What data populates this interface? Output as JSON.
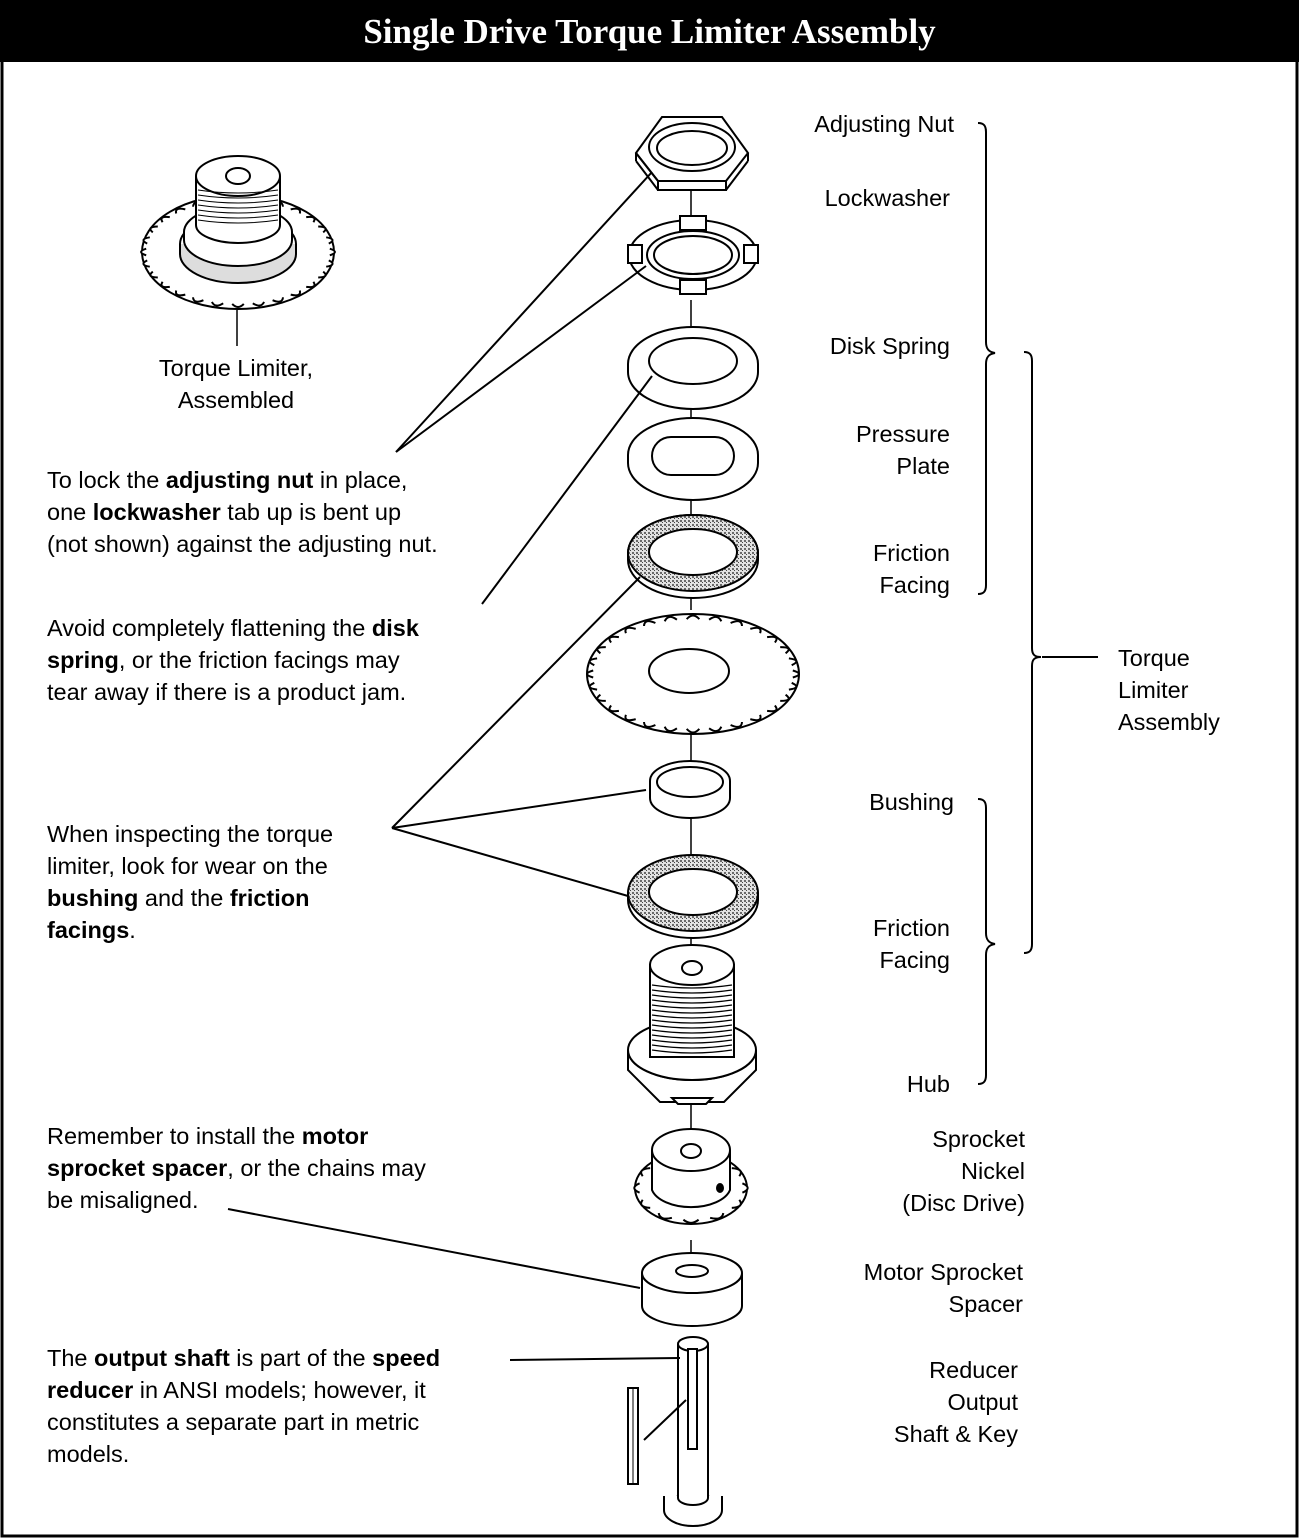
{
  "title": "Single Drive Torque Limiter Assembly",
  "assembled_caption": [
    "Torque Limiter,",
    "Assembled"
  ],
  "part_labels": {
    "adjusting_nut": "Adjusting Nut",
    "lockwasher": "Lockwasher",
    "disk_spring": "Disk Spring",
    "pressure_plate": [
      "Pressure",
      "Plate"
    ],
    "friction_facing_top": [
      "Friction",
      "Facing"
    ],
    "bushing": "Bushing",
    "friction_facing_bottom": [
      "Friction",
      "Facing"
    ],
    "hub": "Hub",
    "sprocket_nickel": [
      "Sprocket",
      "Nickel",
      "(Disc Drive)"
    ],
    "motor_sprocket_spacer": [
      "Motor Sprocket",
      "Spacer"
    ],
    "reducer_output_shaft": [
      "Reducer",
      "Output",
      "Shaft & Key"
    ],
    "torque_limiter_assembly": [
      "Torque",
      "Limiter",
      "Assembly"
    ]
  },
  "notes": {
    "lock_nut": {
      "t1": "To lock the ",
      "b1": "adjusting nut",
      "t2": " in place,",
      "t3": "one ",
      "b2": "lockwasher",
      "t4": " tab up is bent up",
      "t5": "(not shown) against the adjusting nut."
    },
    "disk_spring": {
      "t1": "Avoid completely flattening the ",
      "b1": "disk",
      "b2": "spring",
      "t2": ", or the friction facings may",
      "t3": "tear away if there is a product jam."
    },
    "inspect": {
      "t1": "When inspecting the torque",
      "t2": "limiter, look for wear on the",
      "b1": "bushing",
      "t3": " and the ",
      "b2": "friction",
      "b3": "facings",
      "t4": "."
    },
    "spacer": {
      "t1": "Remember to install the ",
      "b1": "motor",
      "b2": "sprocket spacer",
      "t2": ", or the chains may",
      "t3": "be misaligned."
    },
    "shaft": {
      "t1": "The ",
      "b1": "output shaft",
      "t2": " is part of the ",
      "b2": "speed",
      "b3": "reducer",
      "t3": " in ANSI models; however, it",
      "t4": "constitutes a separate part in metric",
      "t5": "models."
    }
  },
  "colors": {
    "title_bg": "#000000",
    "title_text": "#ffffff",
    "line": "#000000",
    "facing_fill": "#9a9a9a"
  }
}
